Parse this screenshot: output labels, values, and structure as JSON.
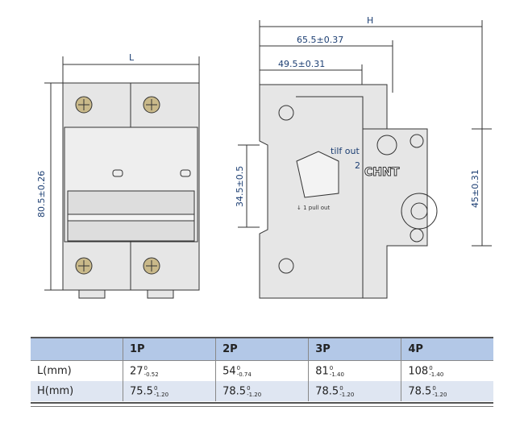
{
  "front_view": {
    "dim_width": "L",
    "dim_height": "80.5±0.26"
  },
  "side_view": {
    "dim_H": "H",
    "dim_65": "65.5±0.37",
    "dim_49": "49.5±0.31",
    "dim_34": "34.5±0.5",
    "dim_45": "45±0.31",
    "tilt_label": "tilf out",
    "tilt_step": "2",
    "pull_label": "↓ 1  pull out",
    "logo": "CHNT"
  },
  "table": {
    "headers": [
      "",
      "1P",
      "2P",
      "3P",
      "4P"
    ],
    "rows": [
      {
        "label": "L(mm)",
        "cells": [
          {
            "v": "27",
            "up": "0",
            "lo": "-0.52"
          },
          {
            "v": "54",
            "up": "0",
            "lo": "-0.74"
          },
          {
            "v": "81",
            "up": "0",
            "lo": "-1.40"
          },
          {
            "v": "108",
            "up": "0",
            "lo": "-1.40"
          }
        ]
      },
      {
        "label": "H(mm)",
        "cells": [
          {
            "v": "75.5",
            "up": "0",
            "lo": "-1.20"
          },
          {
            "v": "78.5",
            "up": "0",
            "lo": "-1.20"
          },
          {
            "v": "78.5",
            "up": "0",
            "lo": "-1.20"
          },
          {
            "v": "78.5",
            "up": "0",
            "lo": "-1.20"
          }
        ]
      }
    ]
  }
}
